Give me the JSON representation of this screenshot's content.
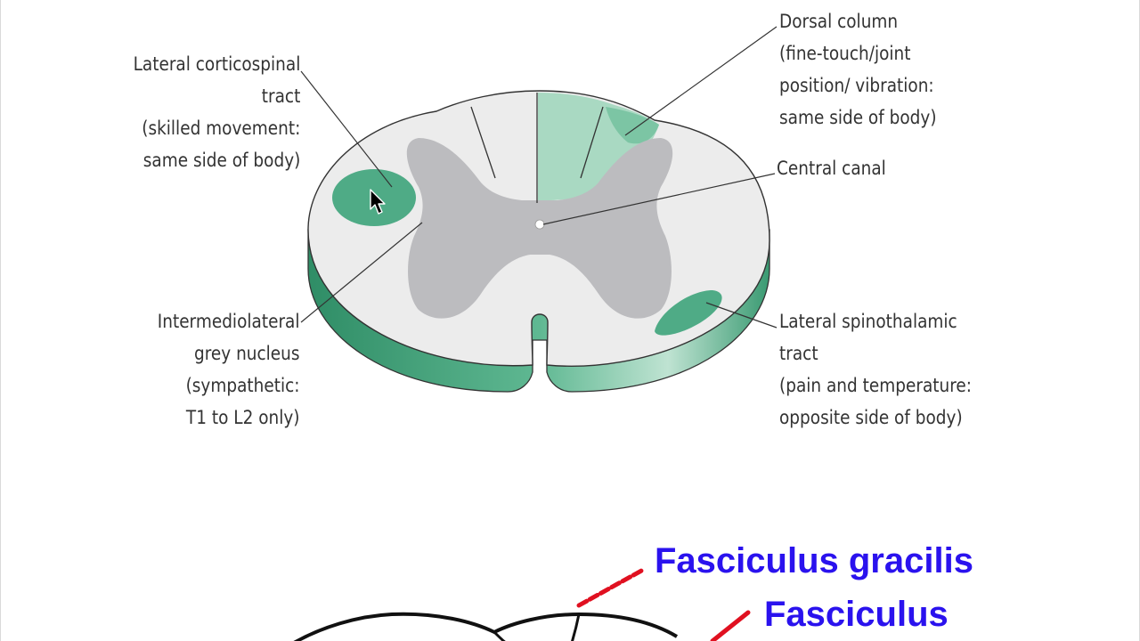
{
  "labels": {
    "lateral_corticospinal": [
      "Lateral corticospinal",
      "tract",
      "(skilled movement:",
      "same side of body)"
    ],
    "intermediolateral": [
      "Intermediolateral",
      "grey nucleus",
      "(sympathetic:",
      "T1 to L2 only)"
    ],
    "dorsal_column": [
      "Dorsal column",
      "(fine-touch/joint",
      "position/ vibration:",
      "same side of body)"
    ],
    "central_canal": [
      "Central canal"
    ],
    "lateral_spinothalamic": [
      "Lateral spinothalamic",
      "tract",
      "(pain and temperature:",
      "opposite side of body)"
    ]
  },
  "lower_diagram": {
    "fasciculus_gracilis": "Fasciculus gracilis",
    "fasciculus_cuneatus": "Fasciculus"
  },
  "colors": {
    "tract_green": "#4fab86",
    "tract_light_green": "#a9d9c2",
    "section_side": "#3a9a72",
    "white_matter": "#ececec",
    "grey_matter": "#bcbcbf",
    "label_text": "#333333",
    "blue_label": "#2a12ee",
    "red_pointer": "#e01020"
  },
  "icons": {
    "cursor": "mouse-pointer-icon"
  }
}
